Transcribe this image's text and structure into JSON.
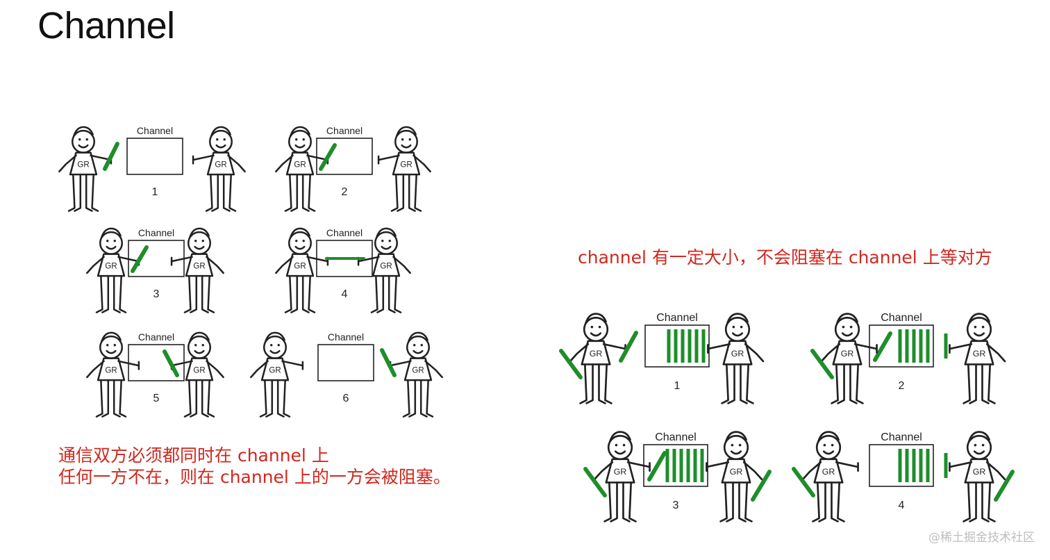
{
  "slide": {
    "title": "Channel"
  },
  "colors": {
    "accent": "#d0281e",
    "baton": "#1e8e2a",
    "ink": "#222222"
  },
  "icons": {
    "person": "stick-figure-icon",
    "baton": "green-baton-icon"
  },
  "unbuffered": {
    "caption_lines": [
      "通信双方必须都同时在 channel 上",
      "任何一方不在，则在 channel 上的一方会被阻塞。"
    ],
    "box_label": "Channel",
    "person_label": "GR",
    "panels": [
      {
        "step": "1",
        "baton": "sender-hand",
        "boxed": false
      },
      {
        "step": "2",
        "baton": "in-channel",
        "boxed": false
      },
      {
        "step": "3",
        "baton": "in-channel",
        "boxed": false
      },
      {
        "step": "4",
        "baton": "shared-across",
        "boxed": false
      },
      {
        "step": "5",
        "baton": "receiver-side",
        "boxed": false
      },
      {
        "step": "6",
        "baton": "receiver-hand",
        "boxed": false
      }
    ]
  },
  "buffered": {
    "caption": "channel 有一定大小，不会阻塞在 channel 上等对方",
    "box_label": "Channel",
    "person_label": "GR",
    "panels": [
      {
        "step": "1",
        "buffered_items": 6
      },
      {
        "step": "2",
        "buffered_items": 5
      },
      {
        "step": "3",
        "buffered_items": 6
      },
      {
        "step": "4",
        "buffered_items": 5
      }
    ]
  },
  "watermark": "@稀土掘金技术社区"
}
